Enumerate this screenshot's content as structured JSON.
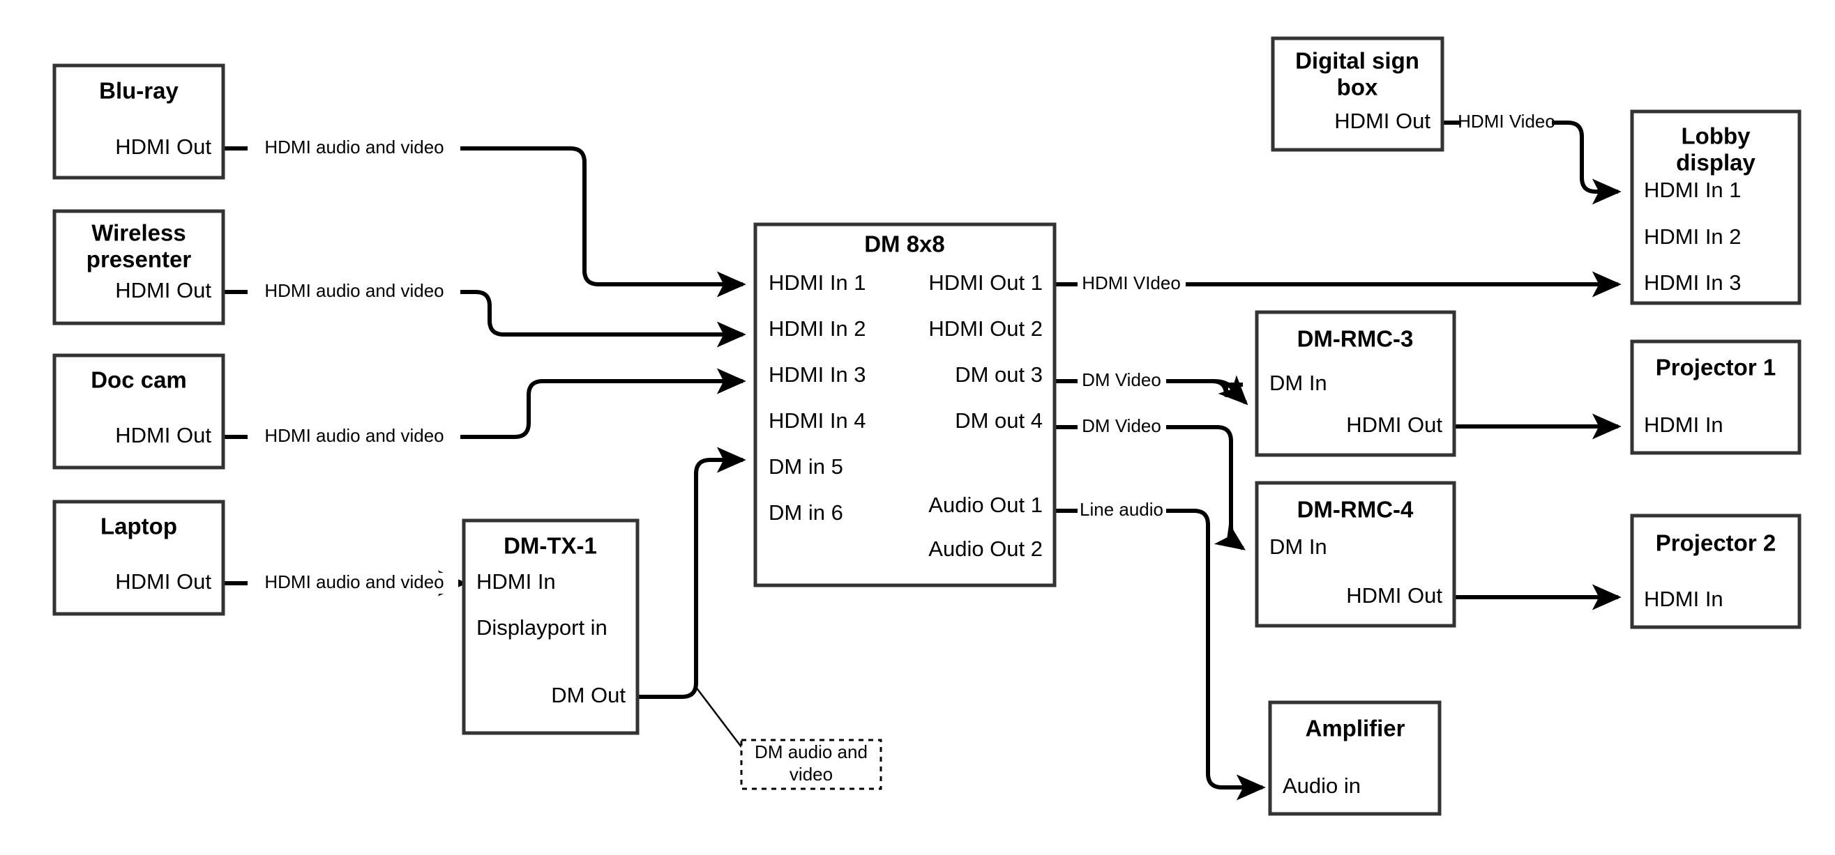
{
  "diagram": {
    "title": "AV signal flow diagram",
    "colors": {
      "box_stroke": "#333333",
      "wire": "#000000",
      "background": "#ffffff"
    },
    "nodes": [
      {
        "id": "bluray",
        "title": "Blu-ray",
        "ports_left": [],
        "ports_right": [
          "HDMI Out"
        ]
      },
      {
        "id": "wireless-presenter",
        "title": "Wireless presenter",
        "title_line1": "Wireless",
        "title_line2": "presenter",
        "ports_left": [],
        "ports_right": [
          "HDMI Out"
        ]
      },
      {
        "id": "doc-cam",
        "title": "Doc cam",
        "ports_left": [],
        "ports_right": [
          "HDMI Out"
        ]
      },
      {
        "id": "laptop",
        "title": "Laptop",
        "ports_left": [],
        "ports_right": [
          "HDMI Out"
        ]
      },
      {
        "id": "dm-tx-1",
        "title": "DM-TX-1",
        "ports_left": [
          "HDMI In",
          "Displayport in"
        ],
        "ports_right": [
          "DM Out"
        ]
      },
      {
        "id": "dm-8x8",
        "title": "DM 8x8",
        "ports_left": [
          "HDMI In 1",
          "HDMI In 2",
          "HDMI In 3",
          "HDMI In 4",
          "DM in 5",
          "DM in 6"
        ],
        "ports_right": [
          "HDMI Out 1",
          "HDMI Out 2",
          "DM out 3",
          "DM out 4",
          "Audio Out 1",
          "Audio Out 2"
        ]
      },
      {
        "id": "digital-sign-box",
        "title": "Digital sign box",
        "title_line1": "Digital sign",
        "title_line2": "box",
        "ports_left": [],
        "ports_right": [
          "HDMI Out"
        ]
      },
      {
        "id": "lobby-display",
        "title": "Lobby display",
        "title_line1": "Lobby",
        "title_line2": "display",
        "ports_left": [
          "HDMI In 1",
          "HDMI In 2",
          "HDMI In 3"
        ],
        "ports_right": []
      },
      {
        "id": "dm-rmc-3",
        "title": "DM-RMC-3",
        "ports_left": [
          "DM In"
        ],
        "ports_right": [
          "HDMI Out"
        ]
      },
      {
        "id": "dm-rmc-4",
        "title": "DM-RMC-4",
        "ports_left": [
          "DM In"
        ],
        "ports_right": [
          "HDMI Out"
        ]
      },
      {
        "id": "projector-1",
        "title": "Projector 1",
        "ports_left": [
          "HDMI In"
        ],
        "ports_right": []
      },
      {
        "id": "projector-2",
        "title": "Projector 2",
        "ports_left": [
          "HDMI In"
        ],
        "ports_right": []
      },
      {
        "id": "amplifier",
        "title": "Amplifier",
        "ports_left": [
          "Audio in"
        ],
        "ports_right": []
      }
    ],
    "node_titles": {
      "bluray": "Blu-ray",
      "wireless_1": "Wireless",
      "wireless_2": "presenter",
      "doccam": "Doc cam",
      "laptop": "Laptop",
      "dmtx1": "DM-TX-1",
      "dm8x8": "DM 8x8",
      "dsb_1": "Digital sign",
      "dsb_2": "box",
      "lobby_1": "Lobby",
      "lobby_2": "display",
      "rmc3": "DM-RMC-3",
      "rmc4": "DM-RMC-4",
      "proj1": "Projector 1",
      "proj2": "Projector 2",
      "amp": "Amplifier"
    },
    "ports": {
      "bluray_hdmi_out": "HDMI Out",
      "wireless_hdmi_out": "HDMI Out",
      "doccam_hdmi_out": "HDMI Out",
      "laptop_hdmi_out": "HDMI Out",
      "dmtx1_hdmi_in": "HDMI In",
      "dmtx1_dp_in": "Displayport in",
      "dmtx1_dm_out": "DM Out",
      "dm8x8_in1": "HDMI In 1",
      "dm8x8_in2": "HDMI In 2",
      "dm8x8_in3": "HDMI In 3",
      "dm8x8_in4": "HDMI In 4",
      "dm8x8_in5": "DM in 5",
      "dm8x8_in6": "DM in 6",
      "dm8x8_out1": "HDMI Out 1",
      "dm8x8_out2": "HDMI Out 2",
      "dm8x8_out3": "DM out 3",
      "dm8x8_out4": "DM out 4",
      "dm8x8_audio1": "Audio Out 1",
      "dm8x8_audio2": "Audio Out 2",
      "dsb_hdmi_out": "HDMI Out",
      "lobby_in1": "HDMI In 1",
      "lobby_in2": "HDMI In 2",
      "lobby_in3": "HDMI In 3",
      "rmc3_dm_in": "DM In",
      "rmc3_hdmi_out": "HDMI Out",
      "rmc4_dm_in": "DM In",
      "rmc4_hdmi_out": "HDMI Out",
      "proj1_hdmi_in": "HDMI In",
      "proj2_hdmi_in": "HDMI In",
      "amp_audio_in": "Audio in"
    },
    "edge_labels": {
      "bluray_to_dm": "HDMI audio and video",
      "wireless_to_dm": "HDMI audio and video",
      "doccam_to_dm": "HDMI audio and video",
      "laptop_to_tx": "HDMI audio and video",
      "dsb_to_lobby": "HDMI Video",
      "dm_out1_to_lobby": "HDMI VIdeo",
      "dm_out3_to_rmc3": "DM Video",
      "dm_out4_to_rmc4": "DM Video",
      "dm_audio1_to_amp": "Line audio"
    },
    "notes": {
      "dm_audio_and_video_1": "DM audio and",
      "dm_audio_and_video_2": "video"
    }
  }
}
